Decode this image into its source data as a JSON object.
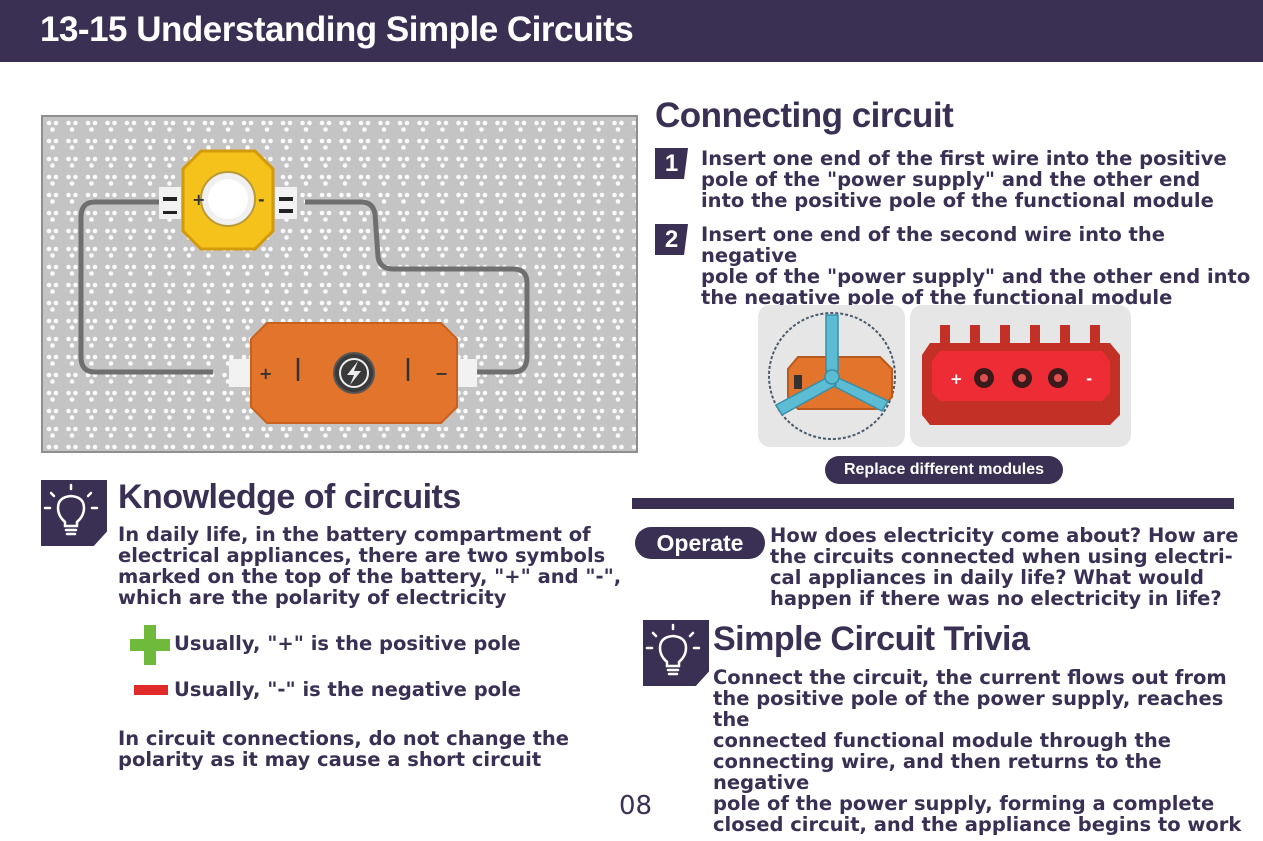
{
  "header": {
    "title": "13-15 Understanding Simple Circuits"
  },
  "colors": {
    "primary": "#3a3053",
    "positive": "#6fba3a",
    "negative": "#e02a2a",
    "module_yellow": "#f4c21a",
    "power_orange": "#e2742c"
  },
  "connecting": {
    "title": "Connecting circuit",
    "steps": [
      {
        "num": "1",
        "lines": [
          "Insert one end of the first wire into the positive",
          "pole of the \"power supply\" and the other end",
          "into the positive pole of the functional module"
        ]
      },
      {
        "num": "2",
        "lines": [
          "Insert one end of the second wire into the negative",
          "pole of the \"power supply\" and the other end into",
          "the negative pole of the functional module"
        ]
      }
    ],
    "replace_label": "Replace different modules"
  },
  "board": {
    "power_plus": "+",
    "power_minus": "−",
    "module_plus": "+",
    "module_minus": "-",
    "card_plus": "+",
    "card_minus": "-"
  },
  "knowledge": {
    "title": "Knowledge of circuits",
    "intro": [
      "In daily life, in the battery compartment of",
      "electrical appliances, there are two symbols",
      "marked on the top of the battery, \"+\" and \"-\",",
      "which are the polarity of electricity"
    ],
    "positive_text": "Usually, \"+\" is the positive pole",
    "negative_text": "Usually, \"-\" is the negative pole",
    "note": [
      "In circuit connections, do not change the",
      "polarity as it may cause a short circuit"
    ]
  },
  "operate": {
    "label": "Operate",
    "lines": [
      "How does electricity come about? How are",
      "the circuits connected when using electri-",
      "cal appliances in daily life? What would",
      "happen if there was no electricity in life?"
    ]
  },
  "trivia": {
    "title": "Simple Circuit Trivia",
    "lines": [
      "Connect the circuit, the current flows out from",
      "the positive pole of the power supply, reaches the",
      "connected functional module through the",
      "connecting wire, and then returns to the negative",
      "pole of the power supply, forming a complete",
      "closed circuit, and the appliance begins to work"
    ]
  },
  "icons": {
    "bulb": "lightbulb-icon",
    "lightning": "lightning-icon"
  },
  "page_number": "08"
}
